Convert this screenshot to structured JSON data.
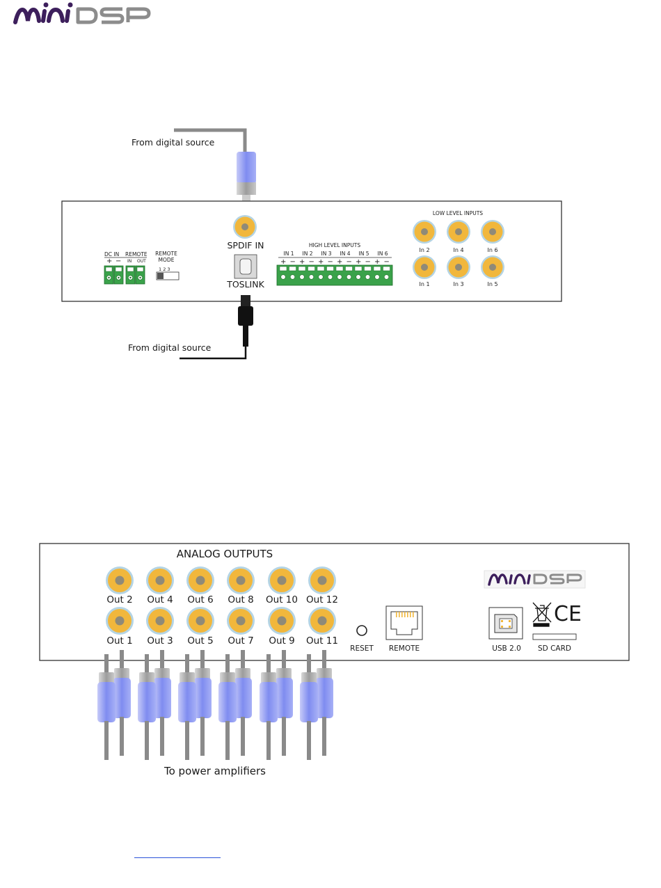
{
  "logo": {
    "text_left": "mini",
    "text_right": "DSP"
  },
  "input_panel": {
    "spdif_source_label": "From digital source",
    "toslink_source_label": "From digital source",
    "spdif_label": "SPDIF IN",
    "toslink_label": "TOSLINK",
    "dc_in_label": "DC IN",
    "remote_label": "REMOTE",
    "remote_in": "IN",
    "remote_out": "OUT",
    "remote_mode_line1": "REMOTE",
    "remote_mode_line2": "MODE",
    "mode_numbers": "1  2  3",
    "plus": "+",
    "minus": "−",
    "high_level_title": "HIGH LEVEL INPUTS",
    "high_level_channels": [
      "IN 1",
      "IN 2",
      "IN 3",
      "IN 4",
      "IN 5",
      "IN 6"
    ],
    "low_level_title": "LOW LEVEL INPUTS",
    "low_level_top": [
      "In 2",
      "In 4",
      "In 6"
    ],
    "low_level_bottom": [
      "In 1",
      "In 3",
      "In 5"
    ]
  },
  "output_panel": {
    "title": "ANALOG OUTPUTS",
    "top_row": [
      "Out 2",
      "Out 4",
      "Out 6",
      "Out 8",
      "Out 10",
      "Out 12"
    ],
    "bottom_row": [
      "Out 1",
      "Out 3",
      "Out 5",
      "Out 7",
      "Out 9",
      "Out 11"
    ],
    "reset_label": "RESET",
    "remote_label": "REMOTE",
    "usb_label": "USB 2.0",
    "sd_label": "SD CARD",
    "ce_mark": "CE",
    "amp_label": "To power amplifiers"
  },
  "colors": {
    "rca_gold": "#f1b73c",
    "rca_ring": "#a8cfe0",
    "plug_blue": "#8a97f0",
    "logo_purple": "#3d1f5c",
    "logo_gray": "#8c8c8c"
  }
}
